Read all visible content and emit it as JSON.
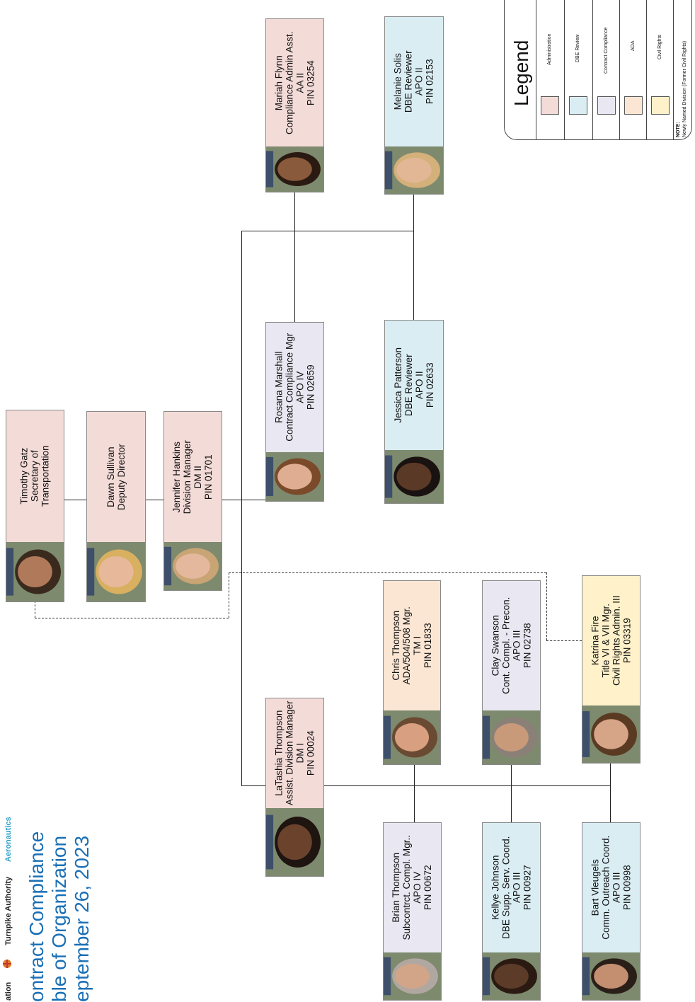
{
  "header": {
    "logo_left": "ation",
    "logo_mid": "Turnpike Authority",
    "logo_right": "Aeronautics",
    "title1": "ontract Compliance",
    "title2": "ble of Organization",
    "title3": "eptember 26, 2023"
  },
  "legend": {
    "title": "Legend",
    "items": [
      {
        "label": "Administration",
        "color": "#f3dbd8"
      },
      {
        "label": "DBE Review",
        "color": "#d9edf3"
      },
      {
        "label": "Contract Compliance",
        "color": "#e9e7f1"
      },
      {
        "label": "ADA",
        "color": "#fbe6d4"
      },
      {
        "label": "Civil Rights",
        "color": "#fff1c9"
      }
    ],
    "note1": "NOTE:",
    "note2": "Newly Named Division (Former Civil Rights)"
  },
  "people": {
    "gatz": {
      "name": "Timothy Gatz",
      "l2": "Secretary of",
      "l3": "Transportation"
    },
    "sullivan": {
      "name": "Dawn Sullivan",
      "l2": "Deputy Director"
    },
    "hankins": {
      "name": "Jennifer Hankins",
      "l2": "Division Manager",
      "l3": "DM II",
      "l4": "PIN 01701"
    },
    "flynn": {
      "name": "Mariah Flynn",
      "l2": "Compliance Admin Asst.",
      "l3": "AA II",
      "l4": "PIN 03254"
    },
    "solis": {
      "name": "Melanie Solis",
      "l2": "DBE Reviewer",
      "l3": "APO II",
      "l4": "PIN 02153"
    },
    "marshall": {
      "name": "Rosana Marshall",
      "l2": "Contract Compliance Mgr",
      "l3": "APO IV",
      "l4": "PIN 02659"
    },
    "patterson": {
      "name": "Jessica Patterson",
      "l2": "DBE Reviewer",
      "l3": "APO II",
      "l4": "PIN 02633"
    },
    "cthompson": {
      "name": "Chris Thompson",
      "l2": "ADA/504/508 Mgr.",
      "l3": "TM I",
      "l4": "PIN 01833"
    },
    "swanson": {
      "name": "Clay Swanson",
      "l2": "Cont. Compl. - Precon.",
      "l3": "APO III",
      "l4": "PIN 02738"
    },
    "fire": {
      "name": "Katrina Fire",
      "l2": "Title VI & VII Mgr.",
      "l3": "Civil Rights Admin. III",
      "l4": "PIN 03319"
    },
    "lthompson": {
      "name": "LaTashia Thompson",
      "l2": "Assist. Division Manager",
      "l3": "DM I",
      "l4": "PIN 00024"
    },
    "bthompson": {
      "name": "Brian Thompson",
      "l2": "Subcontrct. Compl. Mgr..",
      "l3": "APO IV",
      "l4": "PIN 00672"
    },
    "johnson": {
      "name": "Kellye Johnson",
      "l2": "DBE Supp. Serv. Coord.",
      "l3": "APO III",
      "l4": "PIN 00927"
    },
    "vleugels": {
      "name": "Bart Vleugels",
      "l2": "Comm. Outreach Coord.",
      "l3": "APO III",
      "l4": "PIN 00998"
    }
  }
}
